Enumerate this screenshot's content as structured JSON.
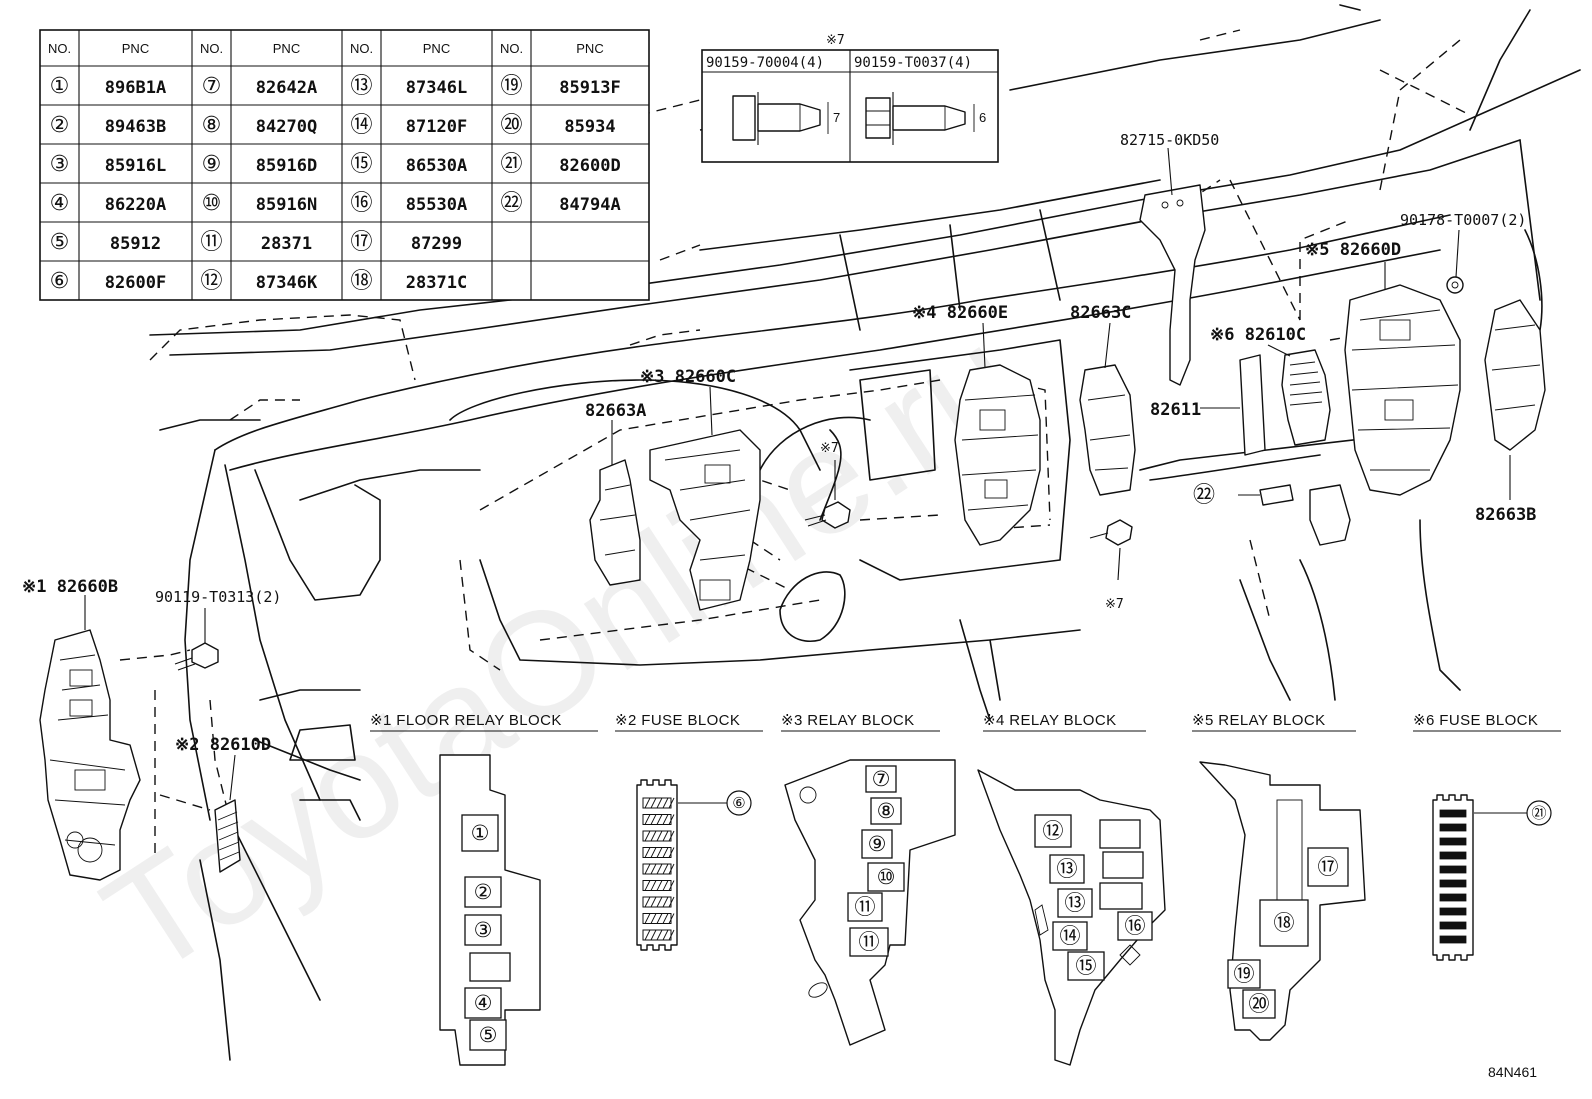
{
  "pnc_table": {
    "header_no": "NO.",
    "header_pnc": "PNC",
    "rows": [
      [
        "①",
        "896B1A",
        "⑦",
        "82642A",
        "⑬",
        "87346L",
        "⑲",
        "85913F"
      ],
      [
        "②",
        "89463B",
        "⑧",
        "84270Q",
        "⑭",
        "87120F",
        "⑳",
        "85934"
      ],
      [
        "③",
        "85916L",
        "⑨",
        "85916D",
        "⑮",
        "86530A",
        "㉑",
        "82600D"
      ],
      [
        "④",
        "86220A",
        "⑩",
        "85916N",
        "⑯",
        "85530A",
        "㉒",
        "84794A"
      ],
      [
        "⑤",
        "85912",
        "⑪",
        "28371",
        "⑰",
        "87299",
        "",
        ""
      ],
      [
        "⑥",
        "82600F",
        "⑫",
        "87346K",
        "⑱",
        "28371C",
        "",
        ""
      ]
    ]
  },
  "bolt_table": {
    "mark": "※7",
    "col1": "90159-70004(4)",
    "col2": "90159-T0037(4)",
    "dim1": "7",
    "dim2": "6"
  },
  "callouts": {
    "c82715": "82715-0KD50",
    "c90178": "90178-T0007(2)",
    "c82660D": "※5 82660D",
    "c82610C": "※6 82610C",
    "c82663C": "82663C",
    "c82660E": "※4 82660E",
    "c82660C": "※3 82660C",
    "c82663A": "82663A",
    "c7a": "※7",
    "c7b": "※7",
    "c82611": "82611",
    "c22": "㉒",
    "c82663B": "82663B",
    "c82660B": "※1 82660B",
    "c90119": "90119-T0313(2)",
    "c82610D": "※2 82610D"
  },
  "blocks": {
    "b1": "※1 FLOOR RELAY BLOCK",
    "b2": "※2 FUSE BLOCK",
    "b3": "※3 RELAY BLOCK",
    "b4": "※4 RELAY BLOCK",
    "b5": "※5 RELAY BLOCK",
    "b6": "※6 FUSE BLOCK"
  },
  "block1_slots": [
    "①",
    "②",
    "③",
    "④",
    "⑤"
  ],
  "block2_callout": "⑥",
  "block3_slots": [
    "⑦",
    "⑧",
    "⑨",
    "⑩",
    "⑪",
    "⑪"
  ],
  "block4_slots": [
    "⑫",
    "⑬",
    "⑬",
    "⑭",
    "⑮",
    "⑯"
  ],
  "block5_slots": [
    "⑰",
    "⑱",
    "⑲",
    "⑳"
  ],
  "block6_callout": "㉑",
  "diagram_id": "84N461",
  "watermark": "ToyotaOnline.ru"
}
